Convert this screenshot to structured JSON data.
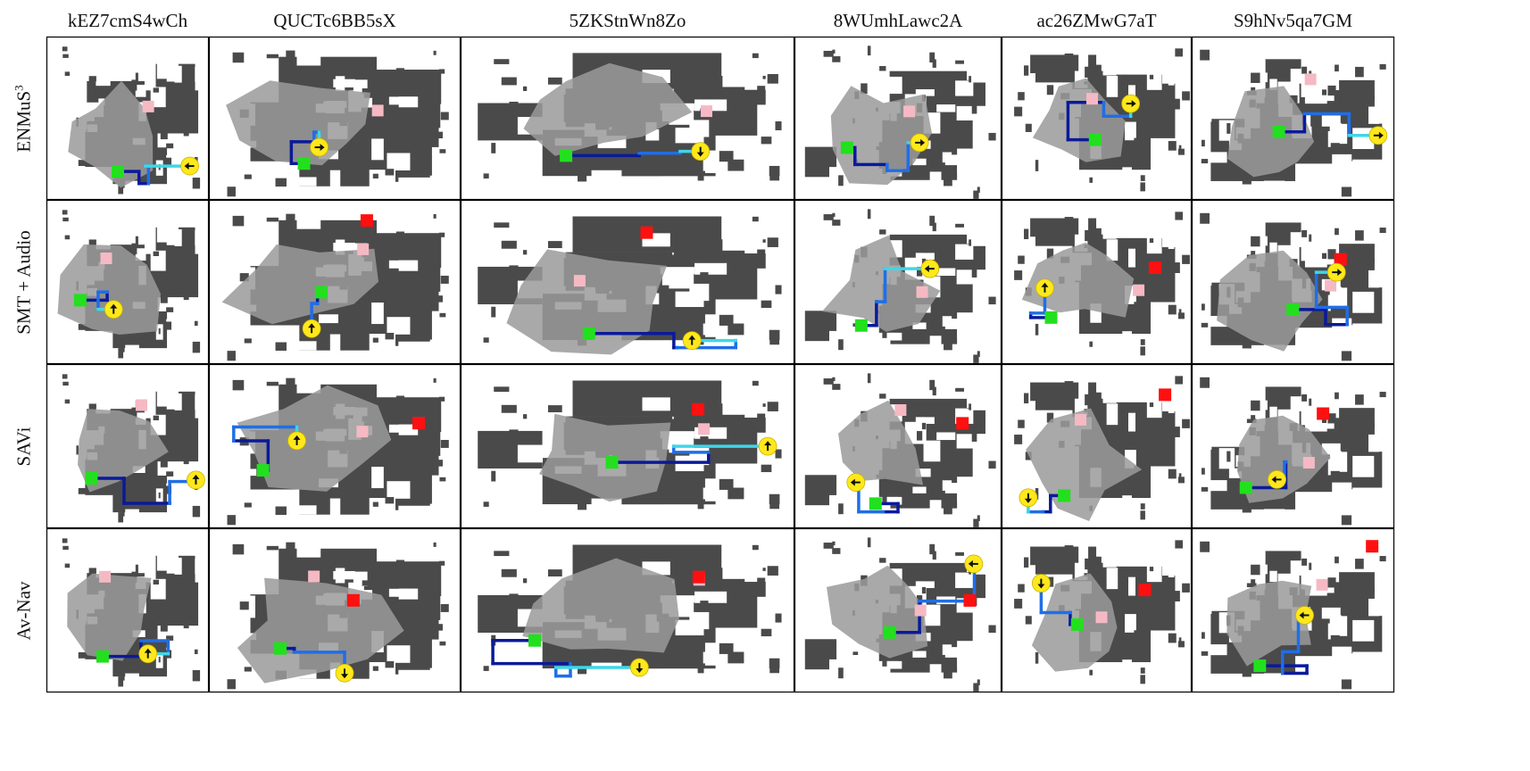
{
  "columns": [
    "kEZ7cmS4wCh",
    "QUCTc6BB5sX",
    "5ZKStnWn8Zo",
    "8WUmhLawc2A",
    "ac26ZMwG7aT",
    "S9hNv5qa7GM"
  ],
  "rows": [
    {
      "label": "ENMuS",
      "sup": "3"
    },
    {
      "label": "SMT + Audio",
      "sup": ""
    },
    {
      "label": "SAVi",
      "sup": ""
    },
    {
      "label": "Av-Nav",
      "sup": ""
    }
  ],
  "colors": {
    "wall": "#4a4a4a",
    "explored": "#9a9a9a",
    "background": "#ffffff",
    "start": "#22e01e",
    "goal": "#ff1010",
    "target_hint": "#f5b9c4",
    "agent": "#ffe81a",
    "path_dark": "#0a1a9a",
    "path_mid": "#1f6ee8",
    "path_light": "#3fd6e8"
  },
  "icons": {
    "start": "green-square-icon",
    "goal": "red-square-icon",
    "agent": "yellow-agent-icon",
    "hint": "pink-square-icon"
  },
  "goal_visible": [
    [
      false,
      false,
      false,
      false,
      false,
      false
    ],
    [
      false,
      true,
      true,
      false,
      true,
      true
    ],
    [
      false,
      true,
      true,
      true,
      true,
      true
    ],
    [
      false,
      true,
      true,
      true,
      true,
      true
    ]
  ]
}
